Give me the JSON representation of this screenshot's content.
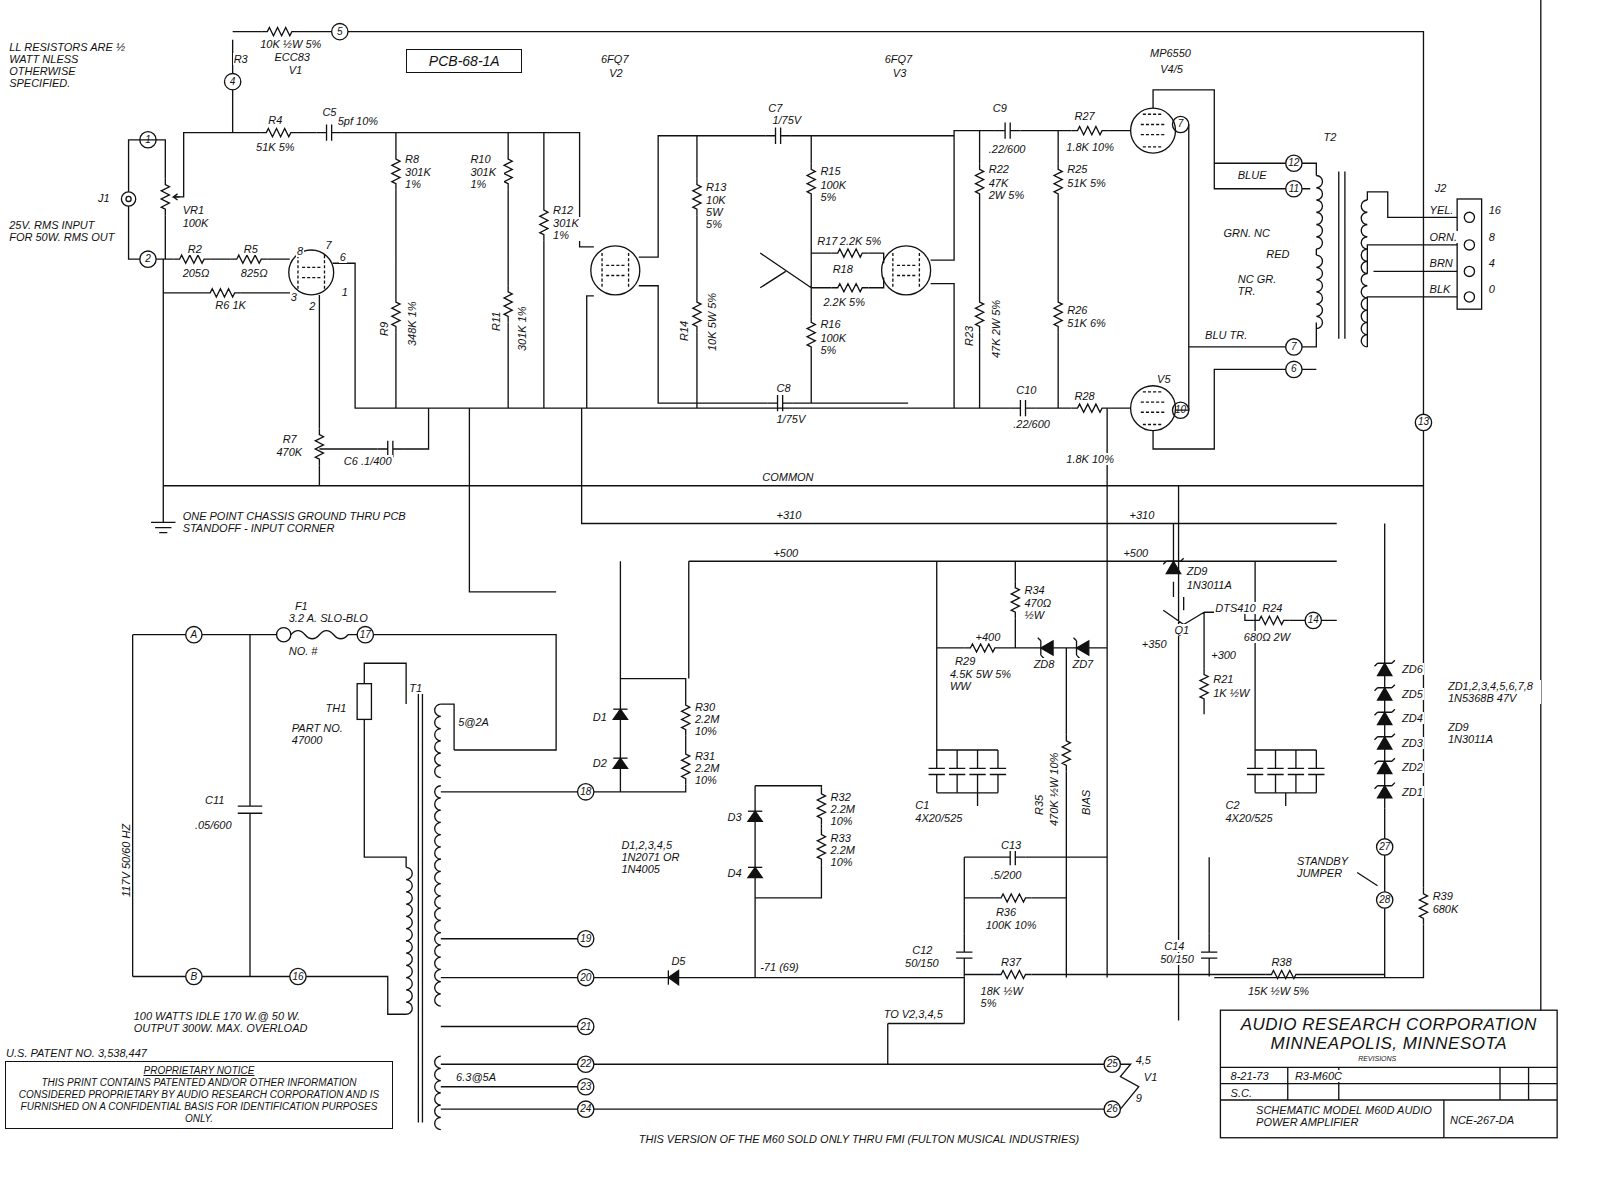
{
  "diagram": {
    "nodes": [
      {
        "text": [
          "PCB-68-1A"
        ]
      },
      {
        "text": [
          "AUDIO RESEARCH CORPORATION MINNEAPOLIS, MINNESOTA"
        ]
      },
      {
        "text": [
          "PROPRIETARY NOTICE",
          "THIS PRINT CONTAINS PATENTED AND/OR OTHER INFORMATION CONSIDERED PROPRIETARY BY AUDIO RESEARCH CORPORATION AND IS FURNISHED ON A CONFIDENTIAL BASIS FOR IDENTIFICATION PURPOSES ONLY."
        ]
      }
    ],
    "labels": [
      "LL RESISTORS ARE ½ WATT NLESS OTHERWISE SPECIFIED.",
      "10K ½W 5%",
      "R3",
      "ECC83",
      "V1",
      "6FQ7",
      "V2",
      "6FQ7",
      "V3",
      "MP6550",
      "V4/5",
      "5",
      "4",
      "1",
      "2",
      "7",
      "12",
      "11",
      "7",
      "6",
      "10",
      "13",
      "14",
      "17",
      "A",
      "B",
      "16",
      "18",
      "19",
      "20",
      "21",
      "22",
      "23",
      "24",
      "25",
      "26",
      "27",
      "28",
      "R4",
      "51K 5%",
      "C5",
      "5pf 10%",
      "R8",
      "301K 1%",
      "R10",
      "301K 1%",
      "R12",
      "301K 1%",
      "R9",
      "348K 1%",
      "R11",
      "301K 1%",
      "R13",
      "10K 5W 5%",
      "R14",
      "10K 5W 5%",
      "C7",
      "1/75V",
      "R15",
      "100K 5%",
      "R17",
      "2.2K 5%",
      "R18",
      "2.2K 5%",
      "R16",
      "100K 5%",
      "C8",
      "1/75V",
      "C9",
      ".22/600",
      "R27",
      "1.8K 10%",
      "R22",
      "47K 2W 5%",
      "R25",
      "51K 5%",
      "R23",
      "47K 2W 5%",
      "R26",
      "51K 6%",
      "C10",
      ".22/600",
      "R28",
      "1.8K 10%",
      "T2",
      "BLUE",
      "GRN. NC",
      "RED",
      "NC GR. TR.",
      "BLU TR.",
      "V5",
      "J2",
      "YEL.",
      "16",
      "ORN.",
      "8",
      "BRN",
      "4",
      "BLK",
      "0",
      "J1",
      "25V. RMS INPUT FOR 50W. RMS OUT",
      "VR1",
      "100K",
      "R2",
      "205Ω",
      "R5",
      "825Ω",
      "R6 1K",
      "R7",
      "470K",
      "C6 .1/400",
      "8",
      "7",
      "6",
      "3",
      "2",
      "1",
      "COMMON",
      "ONE POINT CHASSIS GROUND THRU PCB STANDOFF - INPUT CORNER",
      "+310",
      "+310",
      "+500",
      "+500",
      "F1",
      "3.2 A. SLO-BLO",
      "NO. #",
      "T1",
      "TH1",
      "PART NO. 47000",
      "5@2A",
      "C11",
      ".05/600",
      "117V 50/60 HZ",
      "D1",
      "D2",
      "R30",
      "2.2M 10%",
      "R31",
      "2.2M 10%",
      "D3",
      "D4",
      "R32",
      "2.2M 10%",
      "R33",
      "2.2M 10%",
      "D1,2,3,4,5 1N2071 OR 1N4005",
      "D5",
      "-71 (69)",
      "ZD9",
      "1N3011A",
      "DTS410",
      "Q1",
      "+350",
      "R24",
      "680Ω 2W",
      "+300",
      "R34",
      "470Ω ½W",
      "+400",
      "R29",
      "4.5K 5W 5% WW",
      "ZD8",
      "ZD7",
      "R21",
      "1K ½W",
      "ZD6",
      "ZD5",
      "ZD4",
      "ZD3",
      "ZD2",
      "ZD1",
      "ZD1,2,3,4,5,6,7,8 1N5368B 47V",
      "ZD9 1N3011A",
      "C1",
      "4X20/525",
      "C2",
      "4X20/525",
      "R35",
      "470K ½W 10%",
      "BIAS",
      "C13",
      ".5/200",
      "R36",
      "100K 10%",
      "C12",
      "50/150",
      "R37",
      "18K ½W 5%",
      "C14",
      "50/150",
      "R38",
      "15K ½W 5%",
      "STANDBY JUMPER",
      "R39",
      "680K",
      "TO V2,3,4,5",
      "4,5",
      "V1",
      "9",
      "6.3@5A",
      "100 WATTS IDLE 170 W.@ 50 W. OUTPUT 300W. MAX. OVERLOAD",
      "U.S. PATENT NO. 3,538,447",
      "THIS VERSION OF THE M60 SOLD ONLY THRU FMI (FULTON MUSICAL INDUSTRIES)",
      "REVISIONS",
      "8-21-73",
      "R3-M60C",
      "S.C.",
      "SCHEMATIC MODEL M60D AUDIO POWER AMPLIFIER",
      "NCE-267-DA"
    ]
  }
}
